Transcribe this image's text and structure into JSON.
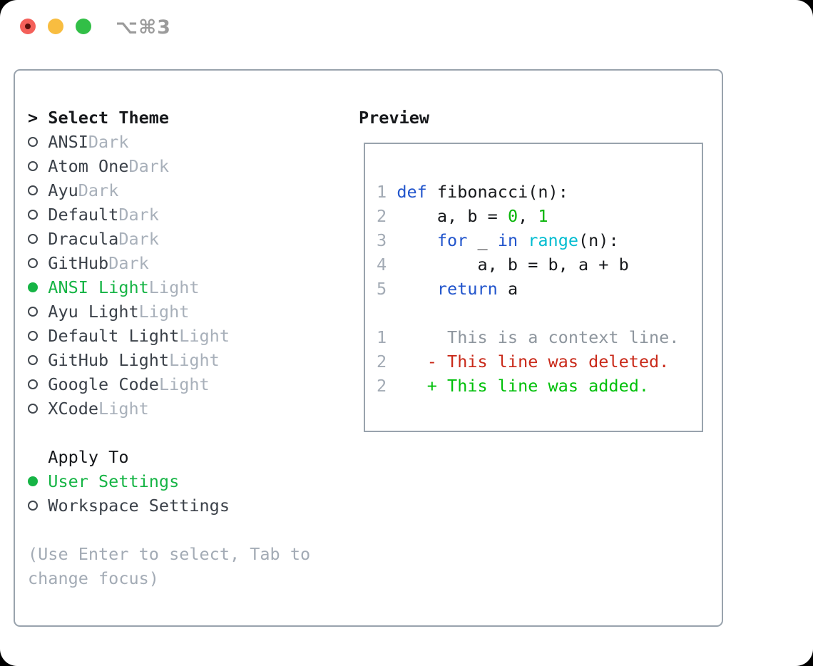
{
  "window": {
    "title": "⌥⌘3",
    "title_color": "#9b9b9b",
    "traffic_lights": [
      {
        "name": "close",
        "color": "#f4605a",
        "inner_dot_color": "#58100c"
      },
      {
        "name": "minimize",
        "color": "#f8bd40"
      },
      {
        "name": "zoom",
        "color": "#32bf47"
      }
    ]
  },
  "theme_list": {
    "header_prefix": ">",
    "header_label": "Select Theme",
    "items": [
      {
        "name": "ANSI",
        "tag": "Dark",
        "selected": false
      },
      {
        "name": "Atom One",
        "tag": "Dark",
        "selected": false
      },
      {
        "name": "Ayu",
        "tag": "Dark",
        "selected": false
      },
      {
        "name": "Default",
        "tag": "Dark",
        "selected": false
      },
      {
        "name": "Dracula",
        "tag": "Dark",
        "selected": false
      },
      {
        "name": "GitHub",
        "tag": "Dark",
        "selected": false
      },
      {
        "name": "ANSI Light",
        "tag": "Light",
        "selected": true
      },
      {
        "name": "Ayu Light",
        "tag": "Light",
        "selected": false
      },
      {
        "name": "Default Light",
        "tag": "Light",
        "selected": false
      },
      {
        "name": "GitHub Light",
        "tag": "Light",
        "selected": false
      },
      {
        "name": "Google Code",
        "tag": "Light",
        "selected": false
      },
      {
        "name": "XCode",
        "tag": "Light",
        "selected": false
      }
    ]
  },
  "apply_to": {
    "header": "Apply To",
    "options": [
      {
        "label": "User Settings",
        "selected": true
      },
      {
        "label": "Workspace Settings",
        "selected": false
      }
    ]
  },
  "hint_lines": [
    "(Use Enter to select, Tab to",
    "change focus)"
  ],
  "preview": {
    "header": "Preview",
    "lines": [
      [],
      [
        {
          "c": "ln",
          "t": "1"
        },
        {
          "c": "fg",
          "t": " "
        },
        {
          "c": "kw",
          "t": "def"
        },
        {
          "c": "fg",
          "t": " fibonacci(n):"
        }
      ],
      [
        {
          "c": "ln",
          "t": "2"
        },
        {
          "c": "fg",
          "t": "     a, b = "
        },
        {
          "c": "num",
          "t": "0"
        },
        {
          "c": "fg",
          "t": ", "
        },
        {
          "c": "num",
          "t": "1"
        }
      ],
      [
        {
          "c": "ln",
          "t": "3"
        },
        {
          "c": "fg",
          "t": "     "
        },
        {
          "c": "kw",
          "t": "for"
        },
        {
          "c": "fg",
          "t": " _ "
        },
        {
          "c": "kw",
          "t": "in"
        },
        {
          "c": "fg",
          "t": " "
        },
        {
          "c": "fn",
          "t": "range"
        },
        {
          "c": "fg",
          "t": "(n):"
        }
      ],
      [
        {
          "c": "ln",
          "t": "4"
        },
        {
          "c": "fg",
          "t": "         a, b = b, a + b"
        }
      ],
      [
        {
          "c": "ln",
          "t": "5"
        },
        {
          "c": "fg",
          "t": "     "
        },
        {
          "c": "kw",
          "t": "return"
        },
        {
          "c": "fg",
          "t": " a"
        }
      ],
      [],
      [
        {
          "c": "ln",
          "t": "1"
        },
        {
          "c": "ctx",
          "t": "      This is a context line."
        }
      ],
      [
        {
          "c": "ln",
          "t": "2"
        },
        {
          "c": "del",
          "t": "    - This line was deleted."
        }
      ],
      [
        {
          "c": "ln",
          "t": "2"
        },
        {
          "c": "add",
          "t": "    + This line was added."
        }
      ]
    ]
  },
  "colors": {
    "selection_green": "#16b445",
    "ring_gray": "#42484f",
    "border_gray": "#99a3ad",
    "keyword_blue": "#2255cc",
    "function_cyan": "#00bcd0",
    "number_green": "#09b509",
    "added_green": "#00c00a",
    "deleted_red": "#c92a1a"
  }
}
